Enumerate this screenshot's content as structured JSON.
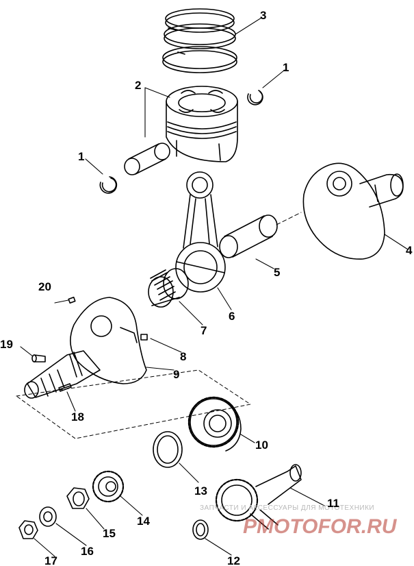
{
  "callouts": [
    {
      "id": "1a",
      "text": "1"
    },
    {
      "id": "1b",
      "text": "1"
    },
    {
      "id": "2",
      "text": "2"
    },
    {
      "id": "3",
      "text": "3"
    },
    {
      "id": "4",
      "text": "4"
    },
    {
      "id": "5",
      "text": "5"
    },
    {
      "id": "6",
      "text": "6"
    },
    {
      "id": "7",
      "text": "7"
    },
    {
      "id": "8",
      "text": "8"
    },
    {
      "id": "9",
      "text": "9"
    },
    {
      "id": "10",
      "text": "10"
    },
    {
      "id": "11",
      "text": "11"
    },
    {
      "id": "12",
      "text": "12"
    },
    {
      "id": "13",
      "text": "13"
    },
    {
      "id": "14",
      "text": "14"
    },
    {
      "id": "15",
      "text": "15"
    },
    {
      "id": "16",
      "text": "16"
    },
    {
      "id": "17",
      "text": "17"
    },
    {
      "id": "18",
      "text": "18"
    },
    {
      "id": "19",
      "text": "19"
    },
    {
      "id": "20",
      "text": "20"
    }
  ],
  "watermark": {
    "tagline": "ЗАПЧАСТИ И АКСЕССУАРЫ ДЛЯ МОТОТЕХНИКИ",
    "brand": "PMOTOFOR.RU"
  },
  "colors": {
    "line": "#000000",
    "paper": "#ffffff",
    "watermark_brand": "#b53a2f"
  }
}
